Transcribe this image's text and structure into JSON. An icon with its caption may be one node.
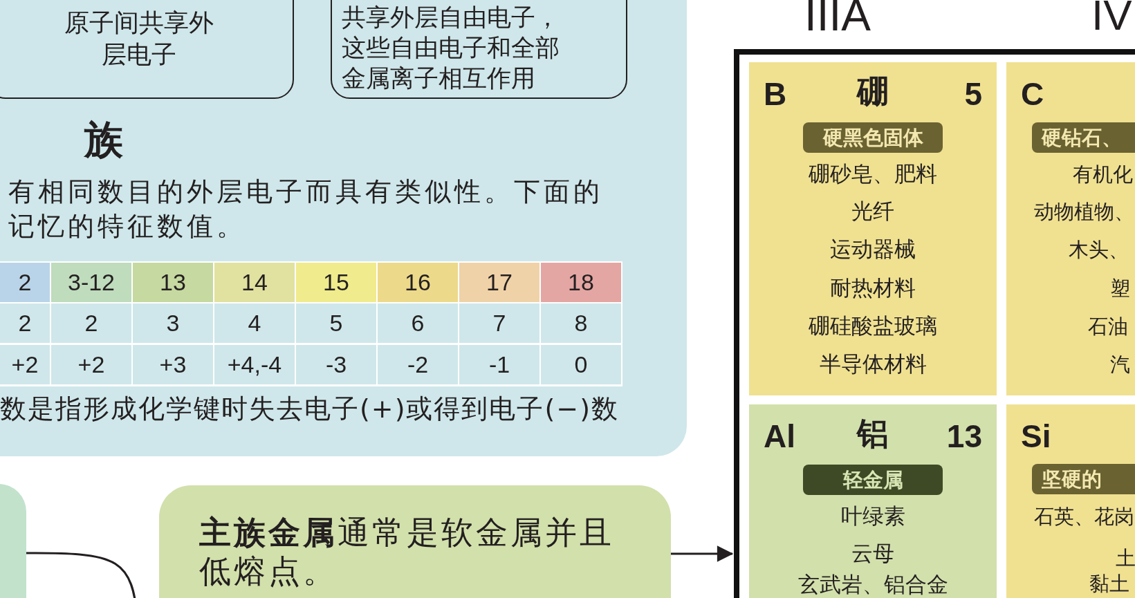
{
  "diagram": {
    "nodes": [
      {
        "text": [
          "族",
          "有相同数目的外层电子而具有类似性。下面的记忆的特征数值。",
          "数是指形成化学键时失去电子(+)或得到电子(−)数"
        ]
      },
      {
        "text": [
          "原子间共享外层电子"
        ],
        "in": 0
      },
      {
        "text": [
          "共享外层自由电子，这些自由电子和全部金属离子相互作用"
        ],
        "in": 0
      },
      {
        "text": [],
        "shape": "box"
      },
      {
        "text": [
          "**主族金属**通常是软金属并且低熔点。"
        ]
      },
      {
        "text": [],
        "shape": "box"
      },
      {
        "text": [
          "B",
          "硼",
          "5",
          "硬黑色固体",
          "硼砂皂、肥料",
          "光纤",
          "运动器械",
          "耐热材料",
          "硼硅酸盐玻璃",
          "半导体材料"
        ],
        "in": 5
      },
      {
        "text": [
          "C",
          "硬钻石、",
          "有机化",
          "动物植物、",
          "木头、",
          "塑",
          "石油",
          "汽"
        ],
        "in": 5
      },
      {
        "text": [
          "Al",
          "铝",
          "13",
          "轻金属",
          "叶绿素",
          "云母",
          "玄武岩、铝合金"
        ],
        "in": 5
      },
      {
        "text": [
          "Si",
          "坚硬的",
          "石英、花岗",
          "土",
          "黏土"
        ],
        "in": 5
      }
    ],
    "edges": [
      {
        "from": 3,
        "to": null,
        "arrow": "none"
      },
      {
        "from": 4,
        "to": 5,
        "arrow": "to"
      }
    ],
    "labels": [
      "IIIA",
      "IV",
      "2",
      "3-12",
      "13",
      "14",
      "15",
      "16",
      "17",
      "18",
      "2",
      "2",
      "3",
      "4",
      "5",
      "6",
      "7",
      "8",
      "+2",
      "+2",
      "+3",
      "+4,-4",
      "-3",
      "-2",
      "-1",
      "0"
    ]
  }
}
